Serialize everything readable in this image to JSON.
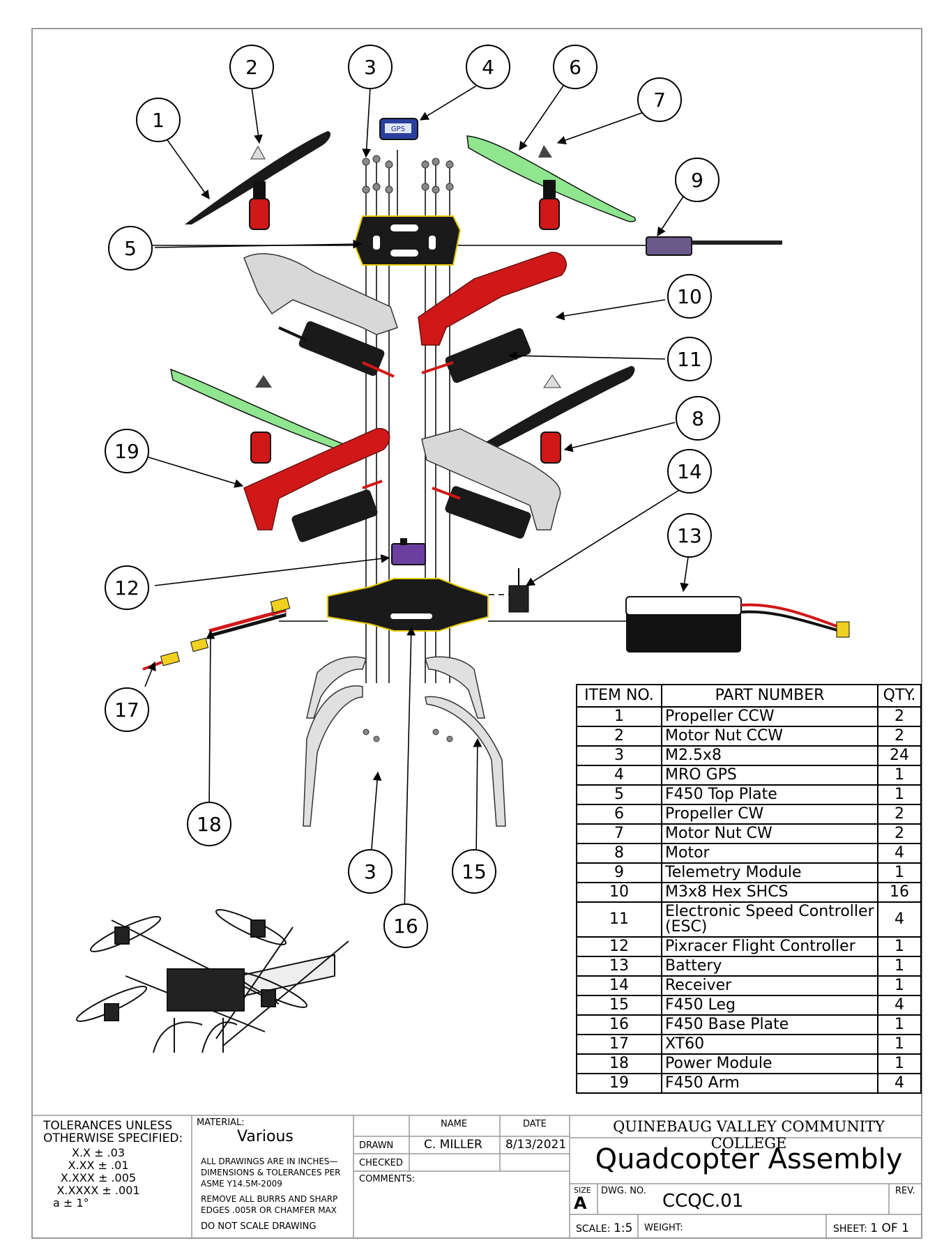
{
  "balloons": [
    "1",
    "2",
    "3",
    "4",
    "5",
    "6",
    "7",
    "8",
    "9",
    "10",
    "11",
    "12",
    "13",
    "14",
    "15",
    "16",
    "17",
    "18",
    "19",
    "3"
  ],
  "gps_label": "GPS",
  "bom": {
    "headers": [
      "ITEM NO.",
      "PART NUMBER",
      "QTY."
    ],
    "rows": [
      [
        "1",
        "Propeller CCW",
        "2"
      ],
      [
        "2",
        "Motor Nut CCW",
        "2"
      ],
      [
        "3",
        "M2.5x8",
        "24"
      ],
      [
        "4",
        "MRO GPS",
        "1"
      ],
      [
        "5",
        "F450 Top Plate",
        "1"
      ],
      [
        "6",
        "Propeller CW",
        "2"
      ],
      [
        "7",
        "Motor Nut CW",
        "2"
      ],
      [
        "8",
        "Motor",
        "4"
      ],
      [
        "9",
        "Telemetry Module",
        "1"
      ],
      [
        "10",
        "M3x8 Hex SHCS",
        "16"
      ],
      [
        "11",
        "Electronic Speed Controller (ESC)",
        "4"
      ],
      [
        "12",
        "Pixracer Flight Controller",
        "1"
      ],
      [
        "13",
        "Battery",
        "1"
      ],
      [
        "14",
        "Receiver",
        "1"
      ],
      [
        "15",
        "F450 Leg",
        "4"
      ],
      [
        "16",
        "F450 Base Plate",
        "1"
      ],
      [
        "17",
        "XT60",
        "1"
      ],
      [
        "18",
        "Power Module",
        "1"
      ],
      [
        "19",
        "F450 Arm",
        "4"
      ]
    ]
  },
  "title_block": {
    "tolerances_heading": "TOLERANCES UNLESS OTHERWISE SPECIFIED:",
    "tolerances": [
      "X.X ± .03",
      "X.XX ± .01",
      "X.XXX ± .005",
      "X.XXXX ± .001",
      "a ± 1°"
    ],
    "material_label": "MATERIAL:",
    "material": "Various",
    "note_inches": "ALL DRAWINGS ARE IN INCHES— DIMENSIONS & TOLERANCES PER ASME Y14.5M-2009",
    "note_burrs": "REMOVE ALL BURRS AND SHARP EDGES .005R OR CHAMFER MAX",
    "note_scale": "DO NOT SCALE DRAWING",
    "name_label": "NAME",
    "date_label": "DATE",
    "drawn_label": "DRAWN",
    "drawn_name": "C. MILLER",
    "drawn_date": "8/13/2021",
    "checked_label": "CHECKED",
    "comments_label": "COMMENTS:",
    "college": "QUINEBAUG VALLEY COMMUNITY COLLEGE",
    "title": "Quadcopter Assembly",
    "size_label": "SIZE",
    "size": "A",
    "dwg_no_label": "DWG. NO.",
    "dwg_no": "CCQC.01",
    "rev_label": "REV.",
    "scale_label": "SCALE:",
    "scale": "1:5",
    "weight_label": "WEIGHT:",
    "sheet_label": "SHEET:",
    "sheet": "1 OF 1"
  },
  "colors": {
    "black_part": "#1a1a1a",
    "red_part": "#d01818",
    "green_prop": "#8fe68f",
    "gray_part": "#d8d8d8",
    "purple_part": "#6a3fa0",
    "gps_blue": "#2a3f9c",
    "yellow_edge": "#e6c800"
  }
}
